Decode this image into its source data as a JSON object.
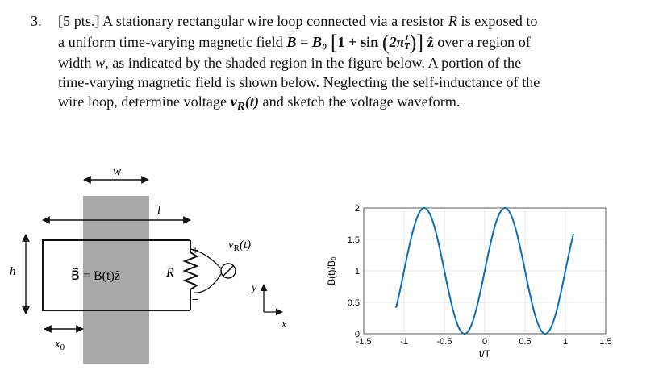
{
  "problem": {
    "number": "3.",
    "points": "[5 pts.]",
    "line1": "A stationary rectangular wire loop connected via a resistor",
    "var_R": "R",
    "line1_end": "is exposed to",
    "line2_start": "a uniform time-varying magnetic field",
    "field_B": "B",
    "eq_sign": "=",
    "B0": "B₀",
    "one_plus_sin": "1 + sin",
    "two_pi": "2π",
    "frac_num": "t",
    "frac_den": "T",
    "z_hat": "ẑ",
    "line2_end": "over a region of",
    "line3": "width",
    "var_w": "w",
    "line3_end": ", as indicated by the shaded region in the figure below. A portion of the",
    "line4": "time-varying magnetic field is shown below. Neglecting the self-inductance of the",
    "line5_start": "wire loop, determine voltage",
    "vR": "v",
    "vR_sub": "R",
    "vR_arg": "(t)",
    "line5_end": "and sketch the voltage waveform."
  },
  "figure": {
    "label_w": "w",
    "label_l": "l",
    "label_h": "h",
    "label_x0": "x",
    "label_x0_sub": "0",
    "label_field": "B⃗ = B(t)ẑ",
    "label_R": "R",
    "label_plus": "+",
    "label_minus": "−",
    "label_vR": "v",
    "label_vR_sub": "R",
    "label_vR_arg": "(t)",
    "axis_y": "y",
    "axis_x": "x"
  },
  "chart_data": {
    "type": "line",
    "xlabel": "t/T",
    "ylabel": "B(t)/B₀",
    "xlim": [
      -1.5,
      1.5
    ],
    "ylim": [
      0,
      2
    ],
    "xticks": [
      "-1.5",
      "-1",
      "-0.5",
      "0",
      "0.5",
      "1",
      "1.5"
    ],
    "yticks": [
      "0",
      "0.5",
      "1",
      "1.5",
      "2"
    ],
    "x_range_plotted": [
      -1.1,
      1.1
    ],
    "function": "1 + sin(2*pi*x)",
    "grid": true,
    "line_color": "#0b6fb8"
  }
}
